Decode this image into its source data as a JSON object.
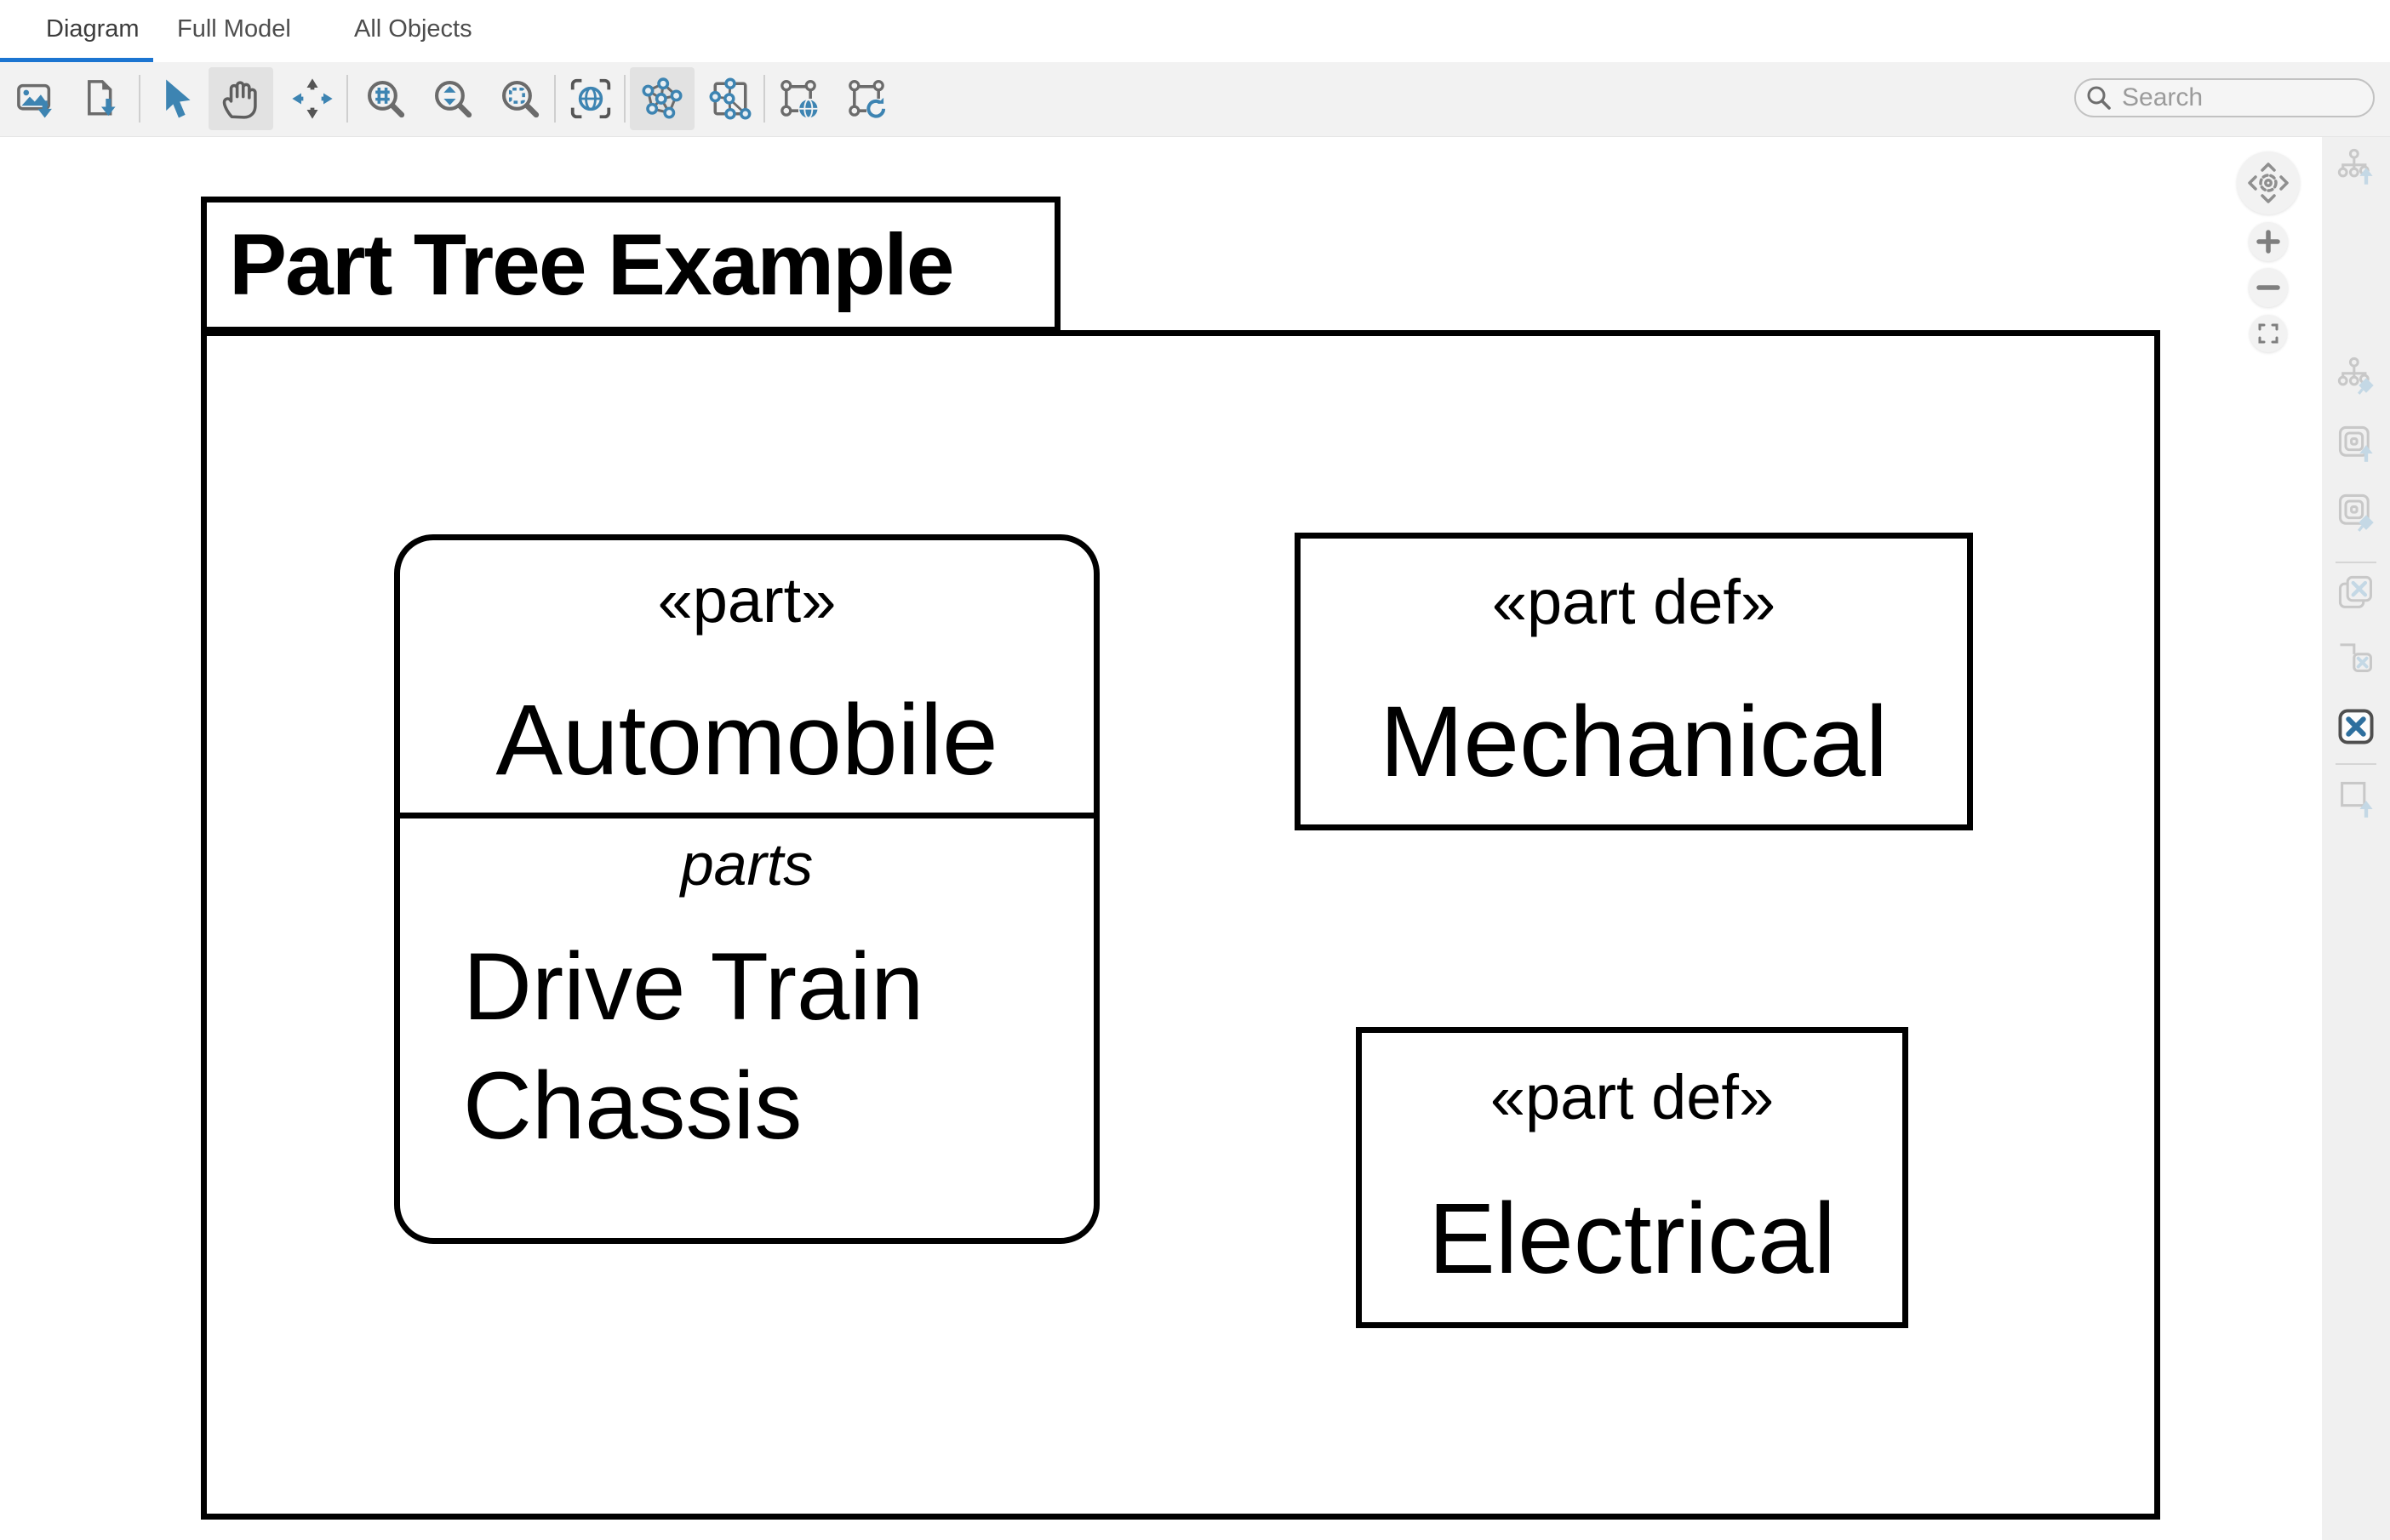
{
  "tabs": [
    {
      "label": "Diagram",
      "active": true
    },
    {
      "label": "Full Model",
      "active": false
    },
    {
      "label": "All Objects",
      "active": false
    }
  ],
  "toolbar": {
    "buttons": [
      "export-image",
      "export-file",
      "select-tool",
      "pan-tool",
      "move-tool",
      "zoom-fit-width",
      "zoom-fit-height",
      "zoom-to-selection",
      "fit-diagram",
      "layout-cluster",
      "layout-grid",
      "layout-globe",
      "layout-refresh"
    ],
    "selected": [
      "pan-tool",
      "layout-cluster"
    ]
  },
  "search": {
    "placeholder": "Search"
  },
  "zoom_controls": [
    "pan-up",
    "pan-left",
    "pan-center",
    "pan-right",
    "pan-down",
    "zoom-in",
    "zoom-out",
    "fit-screen"
  ],
  "side_panel": [
    "expand-tree",
    "pin-tree",
    "expand-container",
    "pin-container",
    "remove-copies",
    "remove-connected",
    "remove-selected",
    "add-frame"
  ],
  "diagram": {
    "title": "Part Tree Example",
    "nodes": [
      {
        "stereotype": "«part»",
        "name": "Automobile",
        "compartment": {
          "label": "parts",
          "items": [
            "Drive Train",
            "Chassis"
          ]
        }
      },
      {
        "stereotype": "«part def»",
        "name": "Mechanical"
      },
      {
        "stereotype": "«part def»",
        "name": "Electrical"
      }
    ]
  },
  "colors": {
    "accent_blue": "#1c75d1",
    "icon_blue": "#3d84b2",
    "toolbar_bg": "#f2f2f2",
    "selected_tool_bg": "#e2e2e2",
    "side_panel_bg": "#f0f0f0",
    "diagram_stroke": "#000000"
  }
}
